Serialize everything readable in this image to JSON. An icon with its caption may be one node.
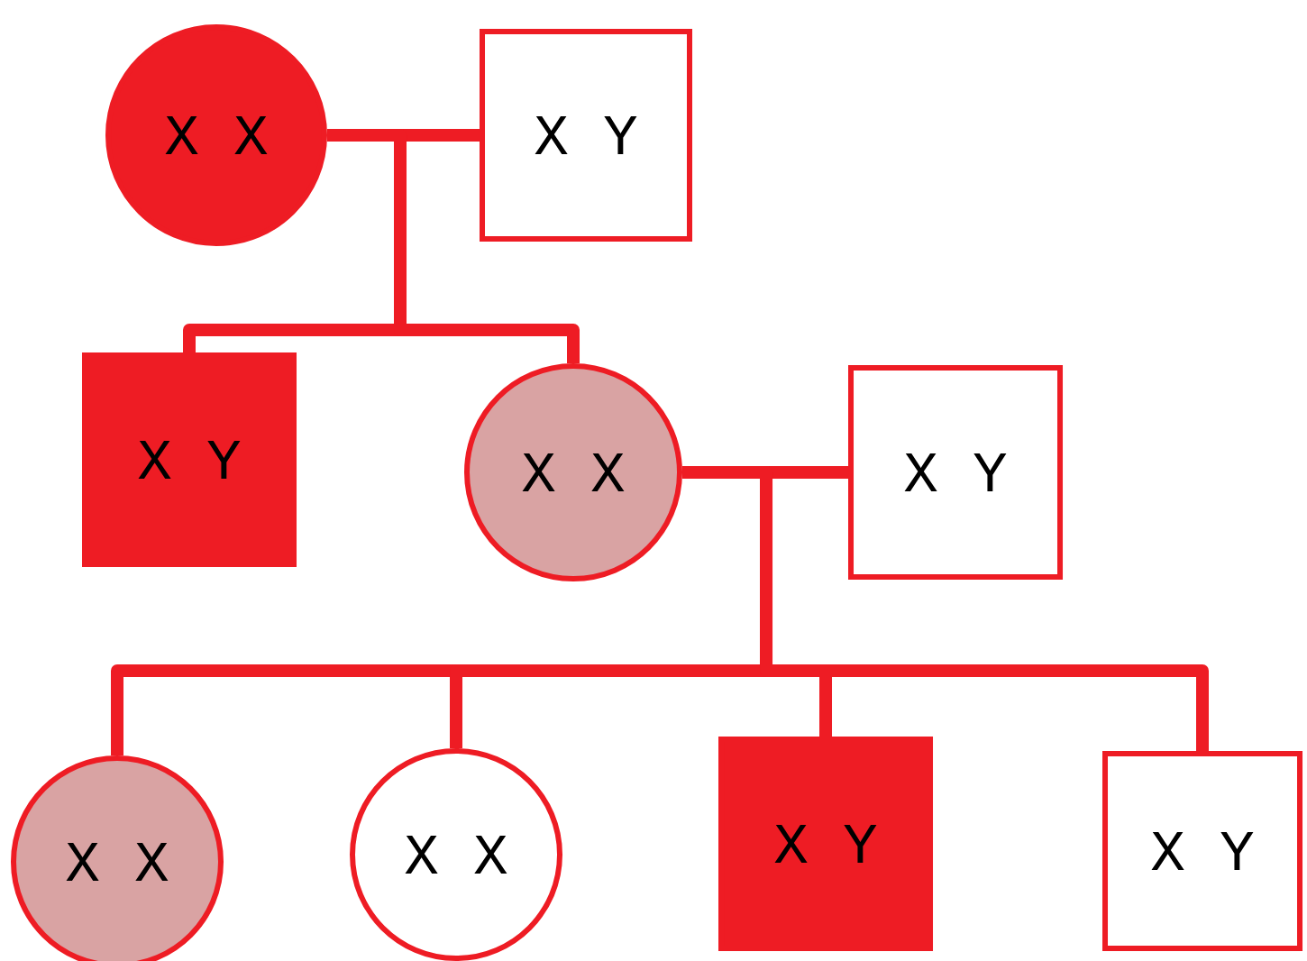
{
  "diagram": {
    "nodes": [
      {
        "text": [
          "X X"
        ]
      },
      {
        "text": [
          "X Y"
        ]
      },
      {
        "text": [
          "X Y"
        ]
      },
      {
        "text": [
          "X X"
        ]
      },
      {
        "text": [
          "X Y"
        ]
      },
      {
        "text": [
          "X X"
        ]
      },
      {
        "text": [
          "X X"
        ]
      },
      {
        "text": [
          "X Y"
        ]
      },
      {
        "text": [
          "X Y"
        ]
      }
    ],
    "edges": [
      {
        "from": 0,
        "to": 1,
        "arrow": "none"
      },
      {
        "from": 0,
        "to": 2,
        "arrow": "none"
      },
      {
        "from": 0,
        "to": 3,
        "arrow": "none"
      },
      {
        "from": 3,
        "to": 4,
        "arrow": "none"
      },
      {
        "from": 3,
        "to": 5,
        "arrow": "none"
      },
      {
        "from": 3,
        "to": 6,
        "arrow": "none"
      },
      {
        "from": 3,
        "to": 7,
        "arrow": "none"
      },
      {
        "from": 3,
        "to": 8,
        "arrow": "none"
      }
    ]
  }
}
